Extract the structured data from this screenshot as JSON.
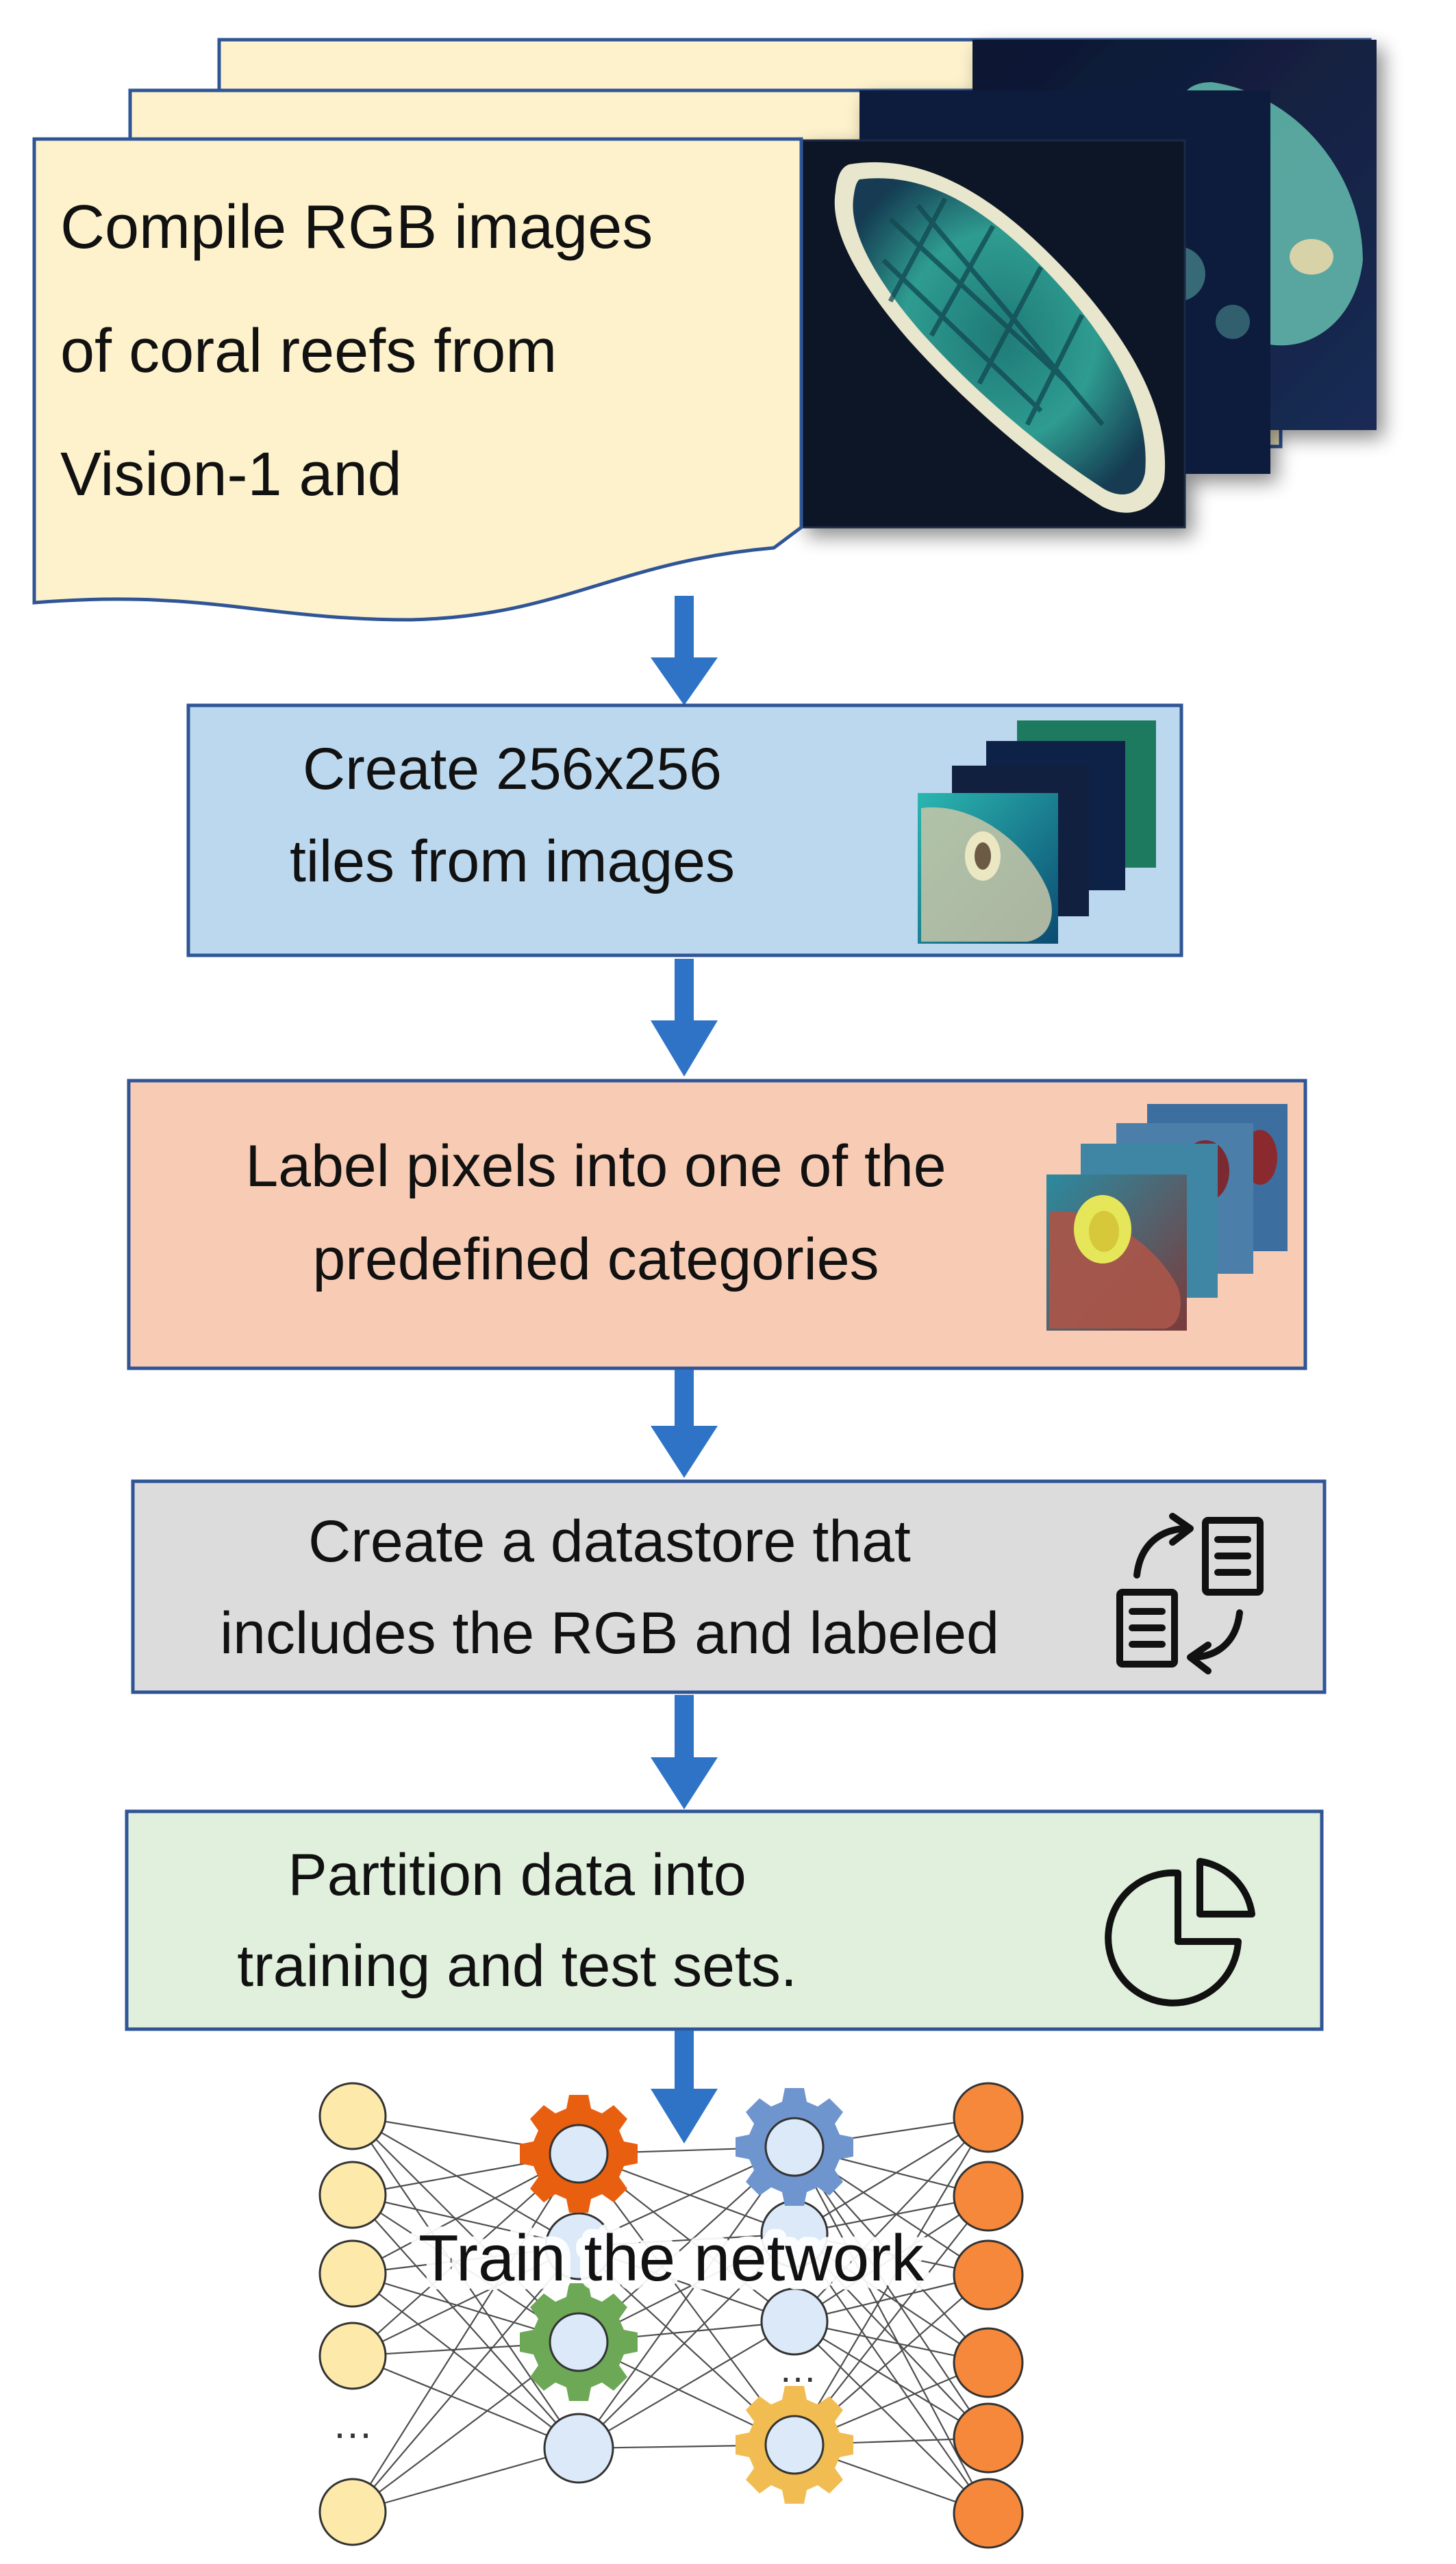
{
  "steps": [
    {
      "lines": [
        "Compile RGB images",
        "of coral reefs from",
        "Vision-1 and"
      ]
    },
    {
      "lines": [
        "Create 256x256",
        "tiles from images"
      ]
    },
    {
      "lines": [
        "Label pixels into one of the",
        "predefined categories"
      ]
    },
    {
      "lines": [
        "Create a datastore that",
        "includes the RGB and labeled"
      ]
    },
    {
      "lines": [
        "Partition data into",
        "training and test sets."
      ]
    },
    {
      "lines": [
        "Train the network"
      ]
    }
  ],
  "network": {
    "ellipsis": "…"
  },
  "icons": {
    "satellite_images": "satellite-image-stack-icon",
    "tiles": "image-tiles-icon",
    "labeled_tiles": "labeled-tiles-icon",
    "datastore": "document-exchange-icon",
    "partition": "pie-chart-icon",
    "gear": "gear-icon"
  },
  "colors": {
    "compile_box": "#fdf2cc",
    "tiles_box": "#bcd8ee",
    "label_box": "#f8ccb4",
    "datastore_box": "#dcdcdc",
    "partition_box": "#e1f0dc",
    "border": "#2f5597",
    "arrow": "#2f73c7",
    "input_nodes": "#fde9a9",
    "output_nodes": "#f5883a",
    "hidden_nodes": "#dbe9f8",
    "gear_orange": "#e85f10",
    "gear_blue": "#6f95cf",
    "gear_green": "#6da856",
    "gear_yellow": "#f1bd52"
  }
}
